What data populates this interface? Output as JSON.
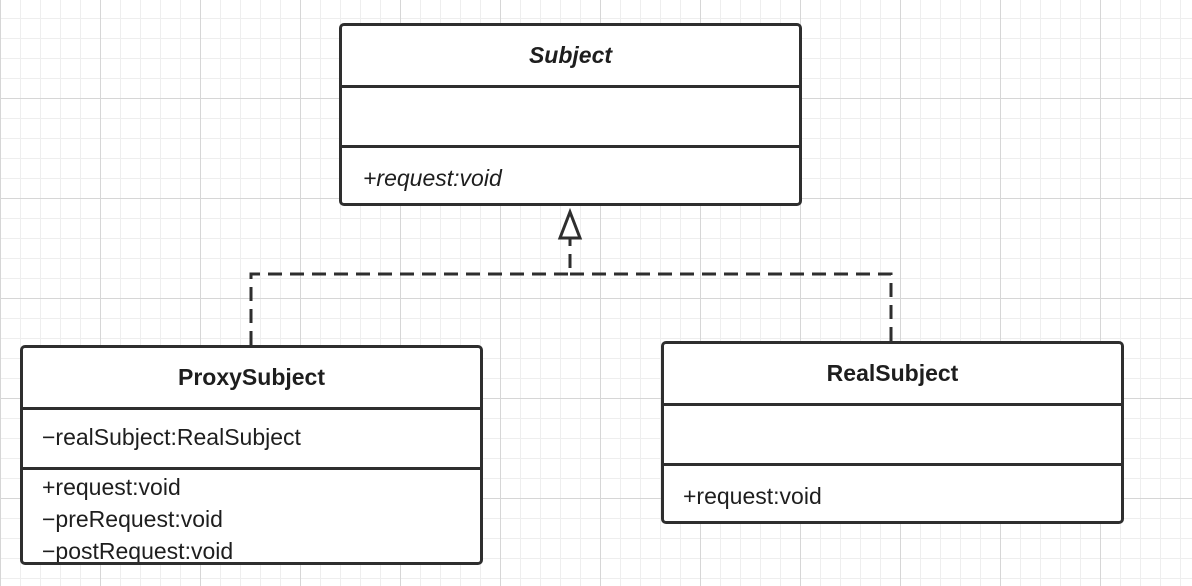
{
  "diagram": {
    "classes": [
      {
        "id": "subject",
        "name": "Subject",
        "abstract": true,
        "attributes": [],
        "operations": [
          {
            "text": "+request:void",
            "abstract": true
          }
        ]
      },
      {
        "id": "proxy",
        "name": "ProxySubject",
        "abstract": false,
        "attributes": [
          {
            "text": "−realSubject:RealSubject"
          }
        ],
        "operations": [
          {
            "text": "+request:void"
          },
          {
            "text": "−preRequest:void"
          },
          {
            "text": "−postRequest:void"
          }
        ]
      },
      {
        "id": "real",
        "name": "RealSubject",
        "abstract": false,
        "attributes": [],
        "operations": [
          {
            "text": "+request:void"
          }
        ]
      }
    ],
    "relationships": [
      {
        "type": "realization",
        "from": "ProxySubject",
        "to": "Subject"
      },
      {
        "type": "realization",
        "from": "RealSubject",
        "to": "Subject"
      }
    ],
    "colors": {
      "line": "#2e2e2e",
      "grid": "#d6d6d6",
      "background": "#ffffff"
    }
  }
}
